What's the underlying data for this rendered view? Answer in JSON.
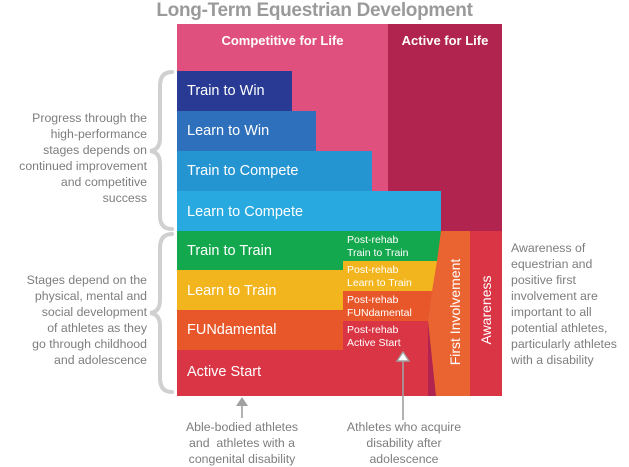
{
  "title": "Long-Term Equestrian Development",
  "headers": {
    "competitive": "Competitive for Life",
    "active": "Active for Life"
  },
  "stages": {
    "train_to_win": "Train to Win",
    "learn_to_win": "Learn to Win",
    "train_to_compete": "Train to Compete",
    "learn_to_compete": "Learn to Compete",
    "train_to_train": "Train to Train",
    "learn_to_train": "Learn to Train",
    "fundamental": "FUNdamental",
    "active_start": "Active Start"
  },
  "post_rehab": {
    "train_l1": "Post-rehab",
    "train_l2": "Train to Train",
    "learn_l1": "Post-rehab",
    "learn_l2": "Learn to Train",
    "fun_l1": "Post-rehab",
    "fun_l2": "FUNdamental",
    "active_l1": "Post-rehab",
    "active_l2": "Active Start"
  },
  "vertical": {
    "first_involvement": "First Involvement",
    "awareness": "Awareness"
  },
  "annotations": {
    "left_top": [
      "Progress through the",
      "high-performance",
      "stages depends on",
      "continued improvement",
      "and competitive",
      "success"
    ],
    "left_bottom": [
      "Stages depend on the",
      "physical, mental and",
      "social development",
      "of athletes as they",
      "go through childhood",
      "and adolescence"
    ],
    "right": [
      "Awareness of",
      "equestrian and",
      "positive first",
      "involvement are",
      "important to all",
      "potential athletes,",
      "particularly athletes",
      "with a disability"
    ],
    "bottom_left": [
      "Able-bodied athletes",
      "and  athletes with a",
      "congenital disability"
    ],
    "bottom_right": [
      "Athletes who acquire",
      "disability after",
      "adolescence"
    ]
  },
  "colors": {
    "competitive_bg": "#e0507f",
    "active_bg": "#b0244f",
    "train_to_win": "#283a93",
    "learn_to_win": "#2e70bb",
    "train_to_compete": "#2595d2",
    "learn_to_compete": "#28a9e0",
    "train_to_train": "#14a84e",
    "learn_to_train": "#f2b51d",
    "fundamental": "#e8572a",
    "active_start": "#d93544",
    "first_involvement": "#ea6432",
    "awareness": "#d93544",
    "annotation_text": "#7d7d7d",
    "brace": "#d0d0d0"
  }
}
